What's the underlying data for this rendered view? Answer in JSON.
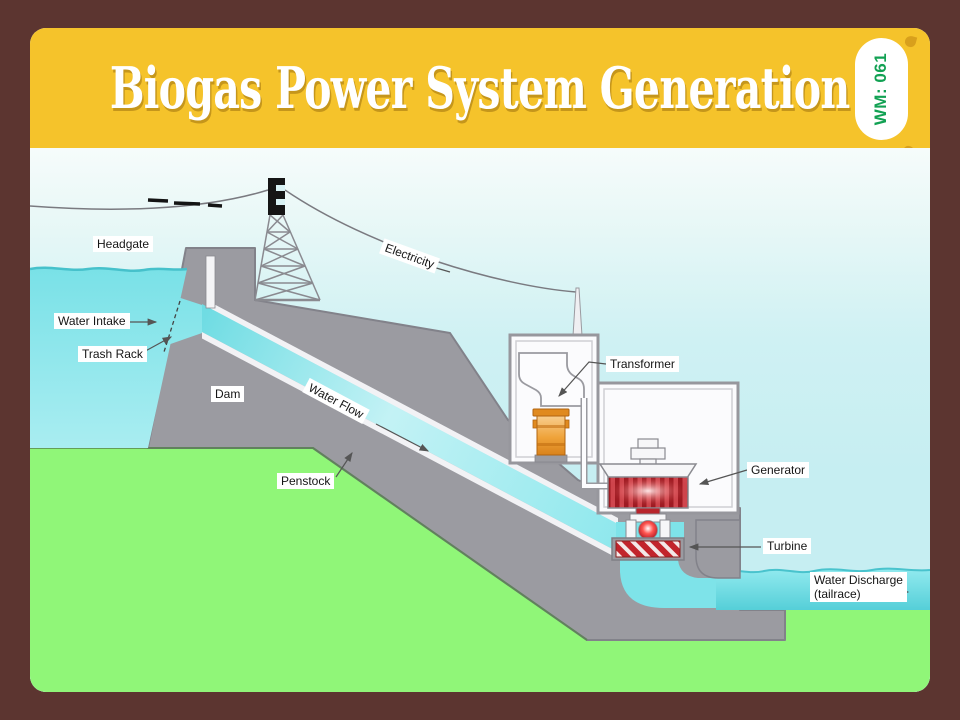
{
  "frame": {
    "title": "Biogas Power System Generation",
    "badge": "WM: 061"
  },
  "colors": {
    "frame_brown": "#5C3530",
    "header_yellow": "#F5C32B",
    "title_white": "#FFFFFF",
    "badge_green": "#12A153",
    "sky_cyan": "#D8F4F6",
    "water_cyan": "#7DE2E8",
    "grass_green": "#90F678",
    "dam_gray": "#9B9BA1",
    "machine_red": "#C0242C",
    "transformer_orange": "#EFA33A",
    "label_bg": "#FFFFFF",
    "label_text": "#151515"
  },
  "diagram": {
    "labels": {
      "headgate": "Headgate",
      "water_intake": "Water Intake",
      "trash_rack": "Trash Rack",
      "dam": "Dam",
      "water_flow": "Water Flow",
      "penstock": "Penstock",
      "electricity": "Electricity",
      "transformer": "Transformer",
      "generator": "Generator",
      "turbine": "Turbine",
      "water_discharge_line1": "Water Discharge",
      "water_discharge_line2": "(tailrace)"
    }
  }
}
